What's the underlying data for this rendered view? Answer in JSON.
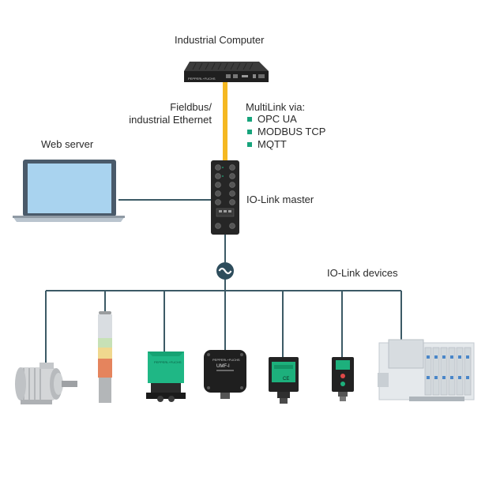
{
  "labels": {
    "industrial_computer": "Industrial Computer",
    "fieldbus_line1": "Fieldbus/",
    "fieldbus_line2": "industrial Ethernet",
    "multilink_title": "MultiLink via:",
    "web_server": "Web server",
    "io_link_master": "IO-Link master",
    "io_link_devices": "IO-Link devices"
  },
  "protocols": [
    "OPC UA",
    "MODBUS TCP",
    "MQTT"
  ],
  "device_texts": {
    "computer_brand": "PEPPERL+FUCHS",
    "sensor_brand": "PEPPERL+FUCHS",
    "ultrasonic_brand": "PEPPERL+FUCHS",
    "ultrasonic_model": "UMF-I",
    "ce_mark": "CE"
  },
  "colors": {
    "fieldbus_cable": "#f5b821",
    "line": "#3c5a66",
    "bullet": "#17a47c",
    "accent_green": "#1db07c",
    "laptop_screen": "#a9d3ef"
  },
  "icons": {
    "industrial_computer": "industrial-computer-icon",
    "laptop": "laptop-icon",
    "master": "io-link-master-icon",
    "io_link_logo": "io-link-logo-icon",
    "devices": [
      "motor-icon",
      "signal-tower-icon",
      "inductive-sensor-icon",
      "ultrasonic-sensor-icon",
      "photoelectric-sensor-icon",
      "small-sensor-icon",
      "valve-terminal-icon"
    ]
  }
}
